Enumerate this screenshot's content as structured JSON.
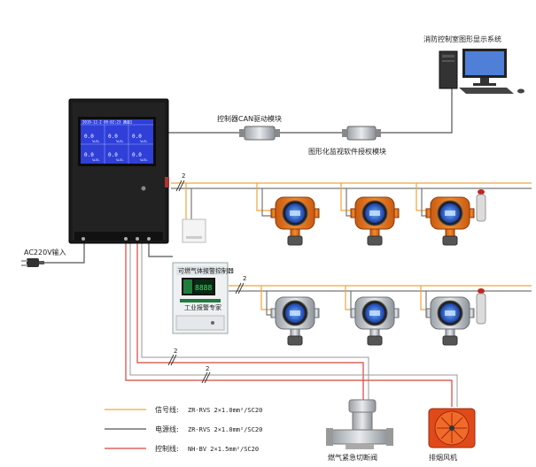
{
  "labels": {
    "fire_control_system": "消防控制室图形显示系统",
    "can_module": "控制器CAN驱动模块",
    "auth_module": "图形化监视软件授权模块",
    "ac_input": "AC220V输入",
    "gas_valve": "燃气紧急切断阀",
    "exhaust_fan": "排烟风机"
  },
  "wire_counts": [
    "2",
    "2",
    "2",
    "2"
  ],
  "controller_screen": {
    "header": "2019-12-2  09:02:23  通道1",
    "cells": [
      "0.0",
      "0.0",
      "0.0",
      "0.0",
      "0.0",
      "0.0"
    ],
    "units": [
      "%LEL",
      "%LEL",
      "%LEL",
      "%LEL",
      "%LEL",
      "%LEL"
    ]
  },
  "power_box": {
    "title": "可燃气体报警控制器",
    "display": "8888",
    "footer": "工业报警专家"
  },
  "legend": [
    {
      "label": "信号线:",
      "spec": "ZR-RVS 2×1.0mm²/SC20",
      "color": "#f2a33a"
    },
    {
      "label": "电源线:",
      "spec": "ZR-RVS 2×1.0mm²/SC20",
      "color": "#555555"
    },
    {
      "label": "控制线:",
      "spec": "NH-BV  2×1.5mm²/SC20",
      "color": "#d8433f"
    }
  ],
  "colors": {
    "signal": "#f2a33a",
    "power": "#555555",
    "control": "#d8433f",
    "sensor_orange": "#e8761f",
    "sensor_silver": "#c9cdd2",
    "controller_body": "#1a1a1a",
    "lcd_blue": "#2f3fd8"
  }
}
